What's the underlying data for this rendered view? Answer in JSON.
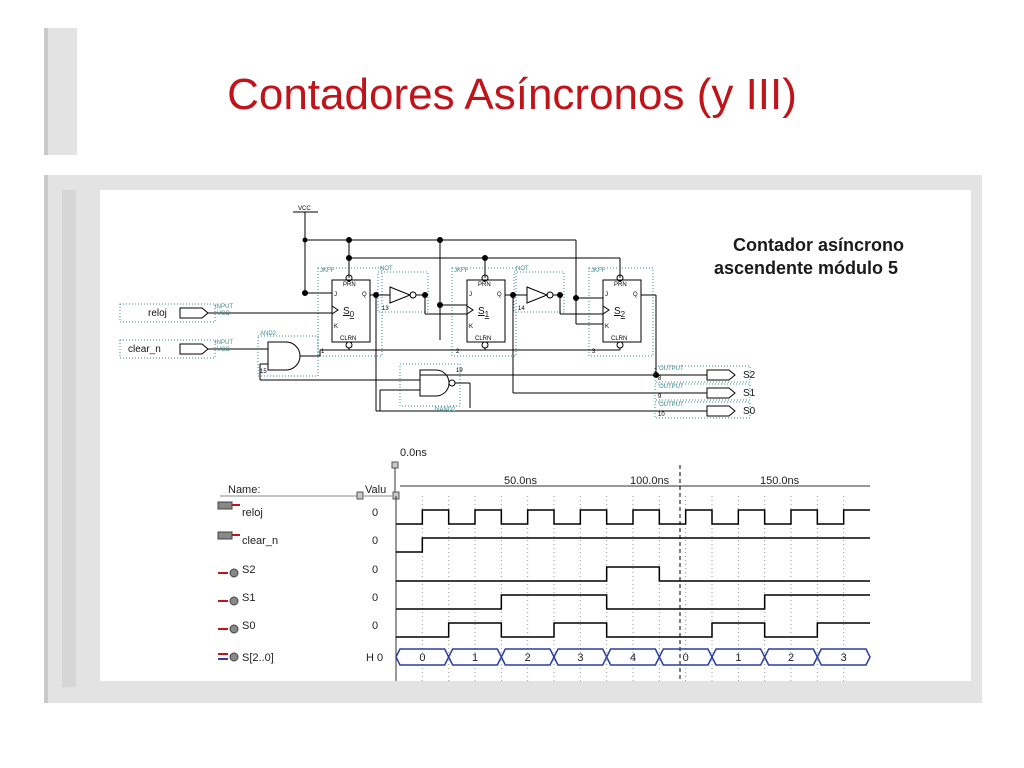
{
  "slide": {
    "title": "Contadores Asíncronos (y III)"
  },
  "schematic": {
    "caption_line1": "Contador asíncrono",
    "caption_line2": "ascendente módulo 5",
    "vcc": "VCC",
    "inputs": [
      {
        "name": "reloj",
        "tag": "INPUT",
        "sub": "VCC"
      },
      {
        "name": "clear_n",
        "tag": "INPUT",
        "sub": "VCC"
      }
    ],
    "outputs": [
      {
        "name": "S2",
        "tag": "OUTPUT"
      },
      {
        "name": "S1",
        "tag": "OUTPUT"
      },
      {
        "name": "S0",
        "tag": "OUTPUT"
      }
    ],
    "flipflops": [
      {
        "tag": "JKFF",
        "label": "S",
        "sub": "0",
        "num": "1"
      },
      {
        "tag": "JKFF",
        "label": "S",
        "sub": "1",
        "num": "2"
      },
      {
        "tag": "JKFF",
        "label": "S",
        "sub": "2",
        "num": "3"
      }
    ],
    "ff_pins": {
      "prn": "PRN",
      "clrn": "CLRN",
      "j": "J",
      "k": "K",
      "q": "Q"
    },
    "gates": {
      "not": "NOT",
      "and": "AND2",
      "nand": "NAND2"
    },
    "pin_numbers": [
      "13",
      "14",
      "15",
      "19",
      "8",
      "9",
      "10"
    ]
  },
  "simulator": {
    "time_start": "0.0ns",
    "time_labels": [
      "50.0ns",
      "100.0ns",
      "150.0ns"
    ],
    "name_header": "Name:",
    "value_header": "Valu",
    "signals": [
      {
        "name": "reloj",
        "value": "0",
        "kind": "input"
      },
      {
        "name": "clear_n",
        "value": "0",
        "kind": "input"
      },
      {
        "name": "S2",
        "value": "0",
        "kind": "output"
      },
      {
        "name": "S1",
        "value": "0",
        "kind": "output"
      },
      {
        "name": "S0",
        "value": "0",
        "kind": "output"
      },
      {
        "name": "S[2..0]",
        "value": "H 0",
        "kind": "group"
      }
    ],
    "bus_values": [
      "0",
      "1",
      "2",
      "3",
      "4",
      "0",
      "1",
      "2",
      "3"
    ],
    "colors": {
      "waveform": "#000000",
      "bus": "#2a3f9e",
      "grid": "#9a9a9a"
    }
  }
}
